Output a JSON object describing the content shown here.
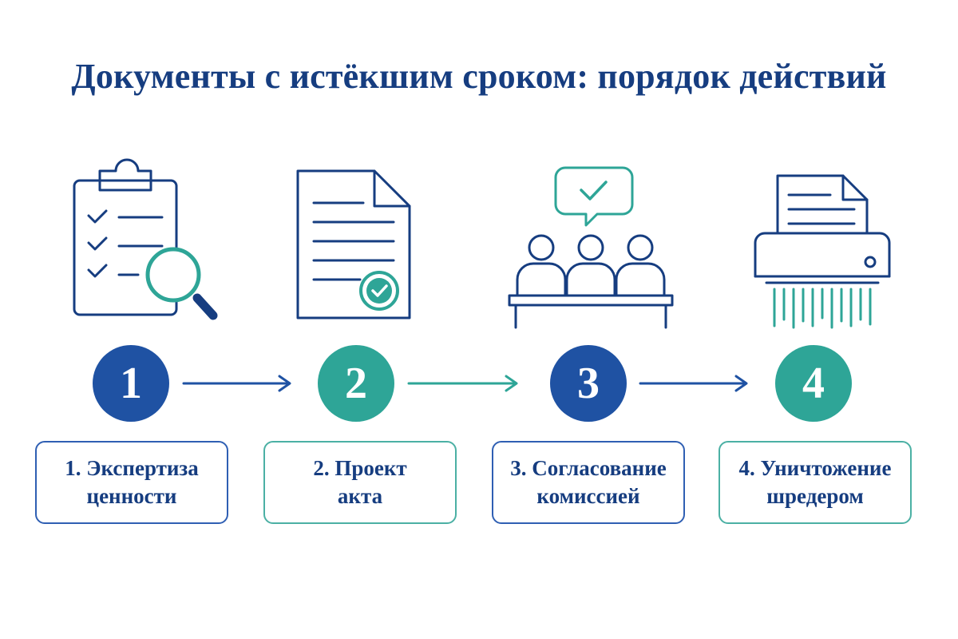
{
  "title": "Документы с истёкшим сроком: порядок действий",
  "colors": {
    "navy": "#163d80",
    "blue": "#1f52a3",
    "teal": "#2ea597"
  },
  "steps": [
    {
      "number": "1",
      "line1": "1. Экспертиза",
      "line2": "ценности",
      "icon": "clipboard-magnifier-icon",
      "accent": "blue"
    },
    {
      "number": "2",
      "line1": "2. Проект",
      "line2": "акта",
      "icon": "document-check-icon",
      "accent": "teal"
    },
    {
      "number": "3",
      "line1": "3. Согласование",
      "line2": "комиссией",
      "icon": "commission-meeting-icon",
      "accent": "blue"
    },
    {
      "number": "4",
      "line1": "4. Уничтожение",
      "line2": "шредером",
      "icon": "paper-shredder-icon",
      "accent": "teal"
    }
  ]
}
